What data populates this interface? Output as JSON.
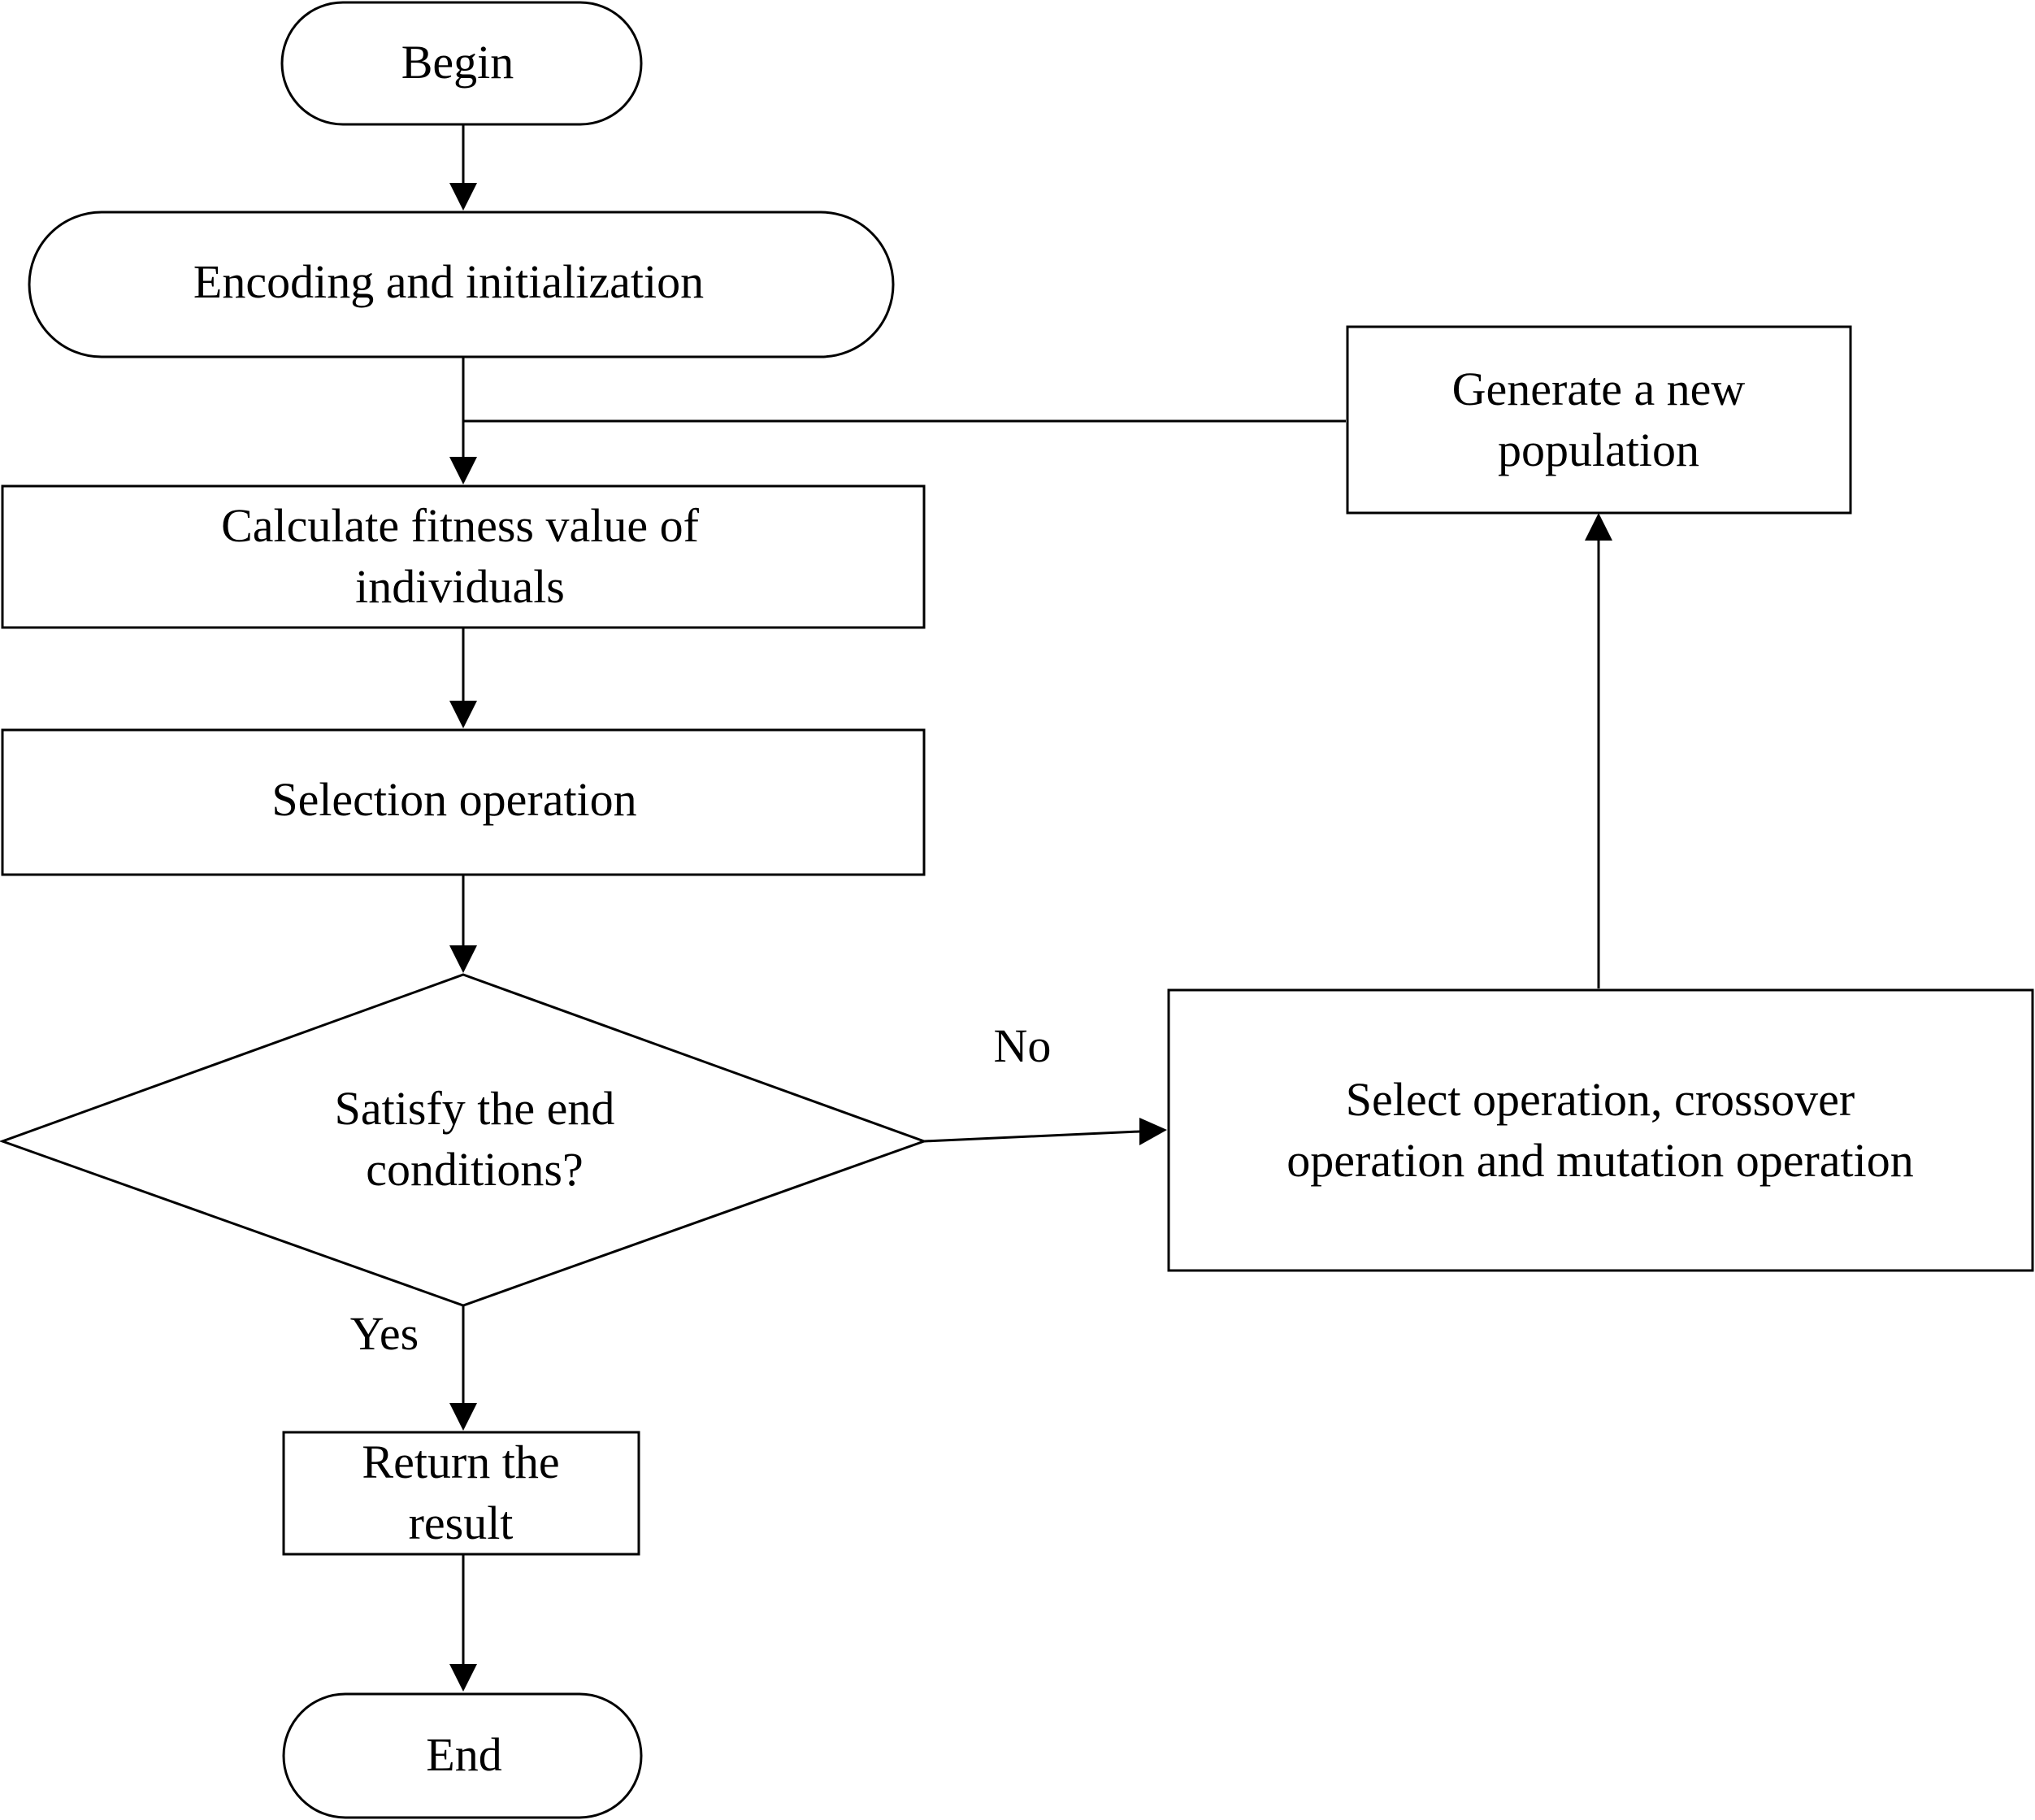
{
  "diagram": {
    "type": "flowchart",
    "nodes": {
      "begin": {
        "shape": "terminator",
        "lines": [
          "Begin"
        ]
      },
      "encode": {
        "shape": "terminator",
        "lines": [
          "Encoding and initialization"
        ]
      },
      "fitness": {
        "shape": "process",
        "lines": [
          "Calculate fitness value of",
          "individuals"
        ]
      },
      "selection": {
        "shape": "process",
        "lines": [
          "Selection operation"
        ]
      },
      "decision": {
        "shape": "decision",
        "lines": [
          "Satisfy the end",
          "conditions?"
        ]
      },
      "result": {
        "shape": "process",
        "lines": [
          "Return the",
          "result"
        ]
      },
      "end": {
        "shape": "terminator",
        "lines": [
          "End"
        ]
      },
      "genetic_ops": {
        "shape": "process",
        "lines": [
          "Select operation, crossover",
          "operation and mutation operation"
        ]
      },
      "new_pop": {
        "shape": "process",
        "lines": [
          "Generate a new",
          "population"
        ]
      }
    },
    "edges": [
      {
        "from": "begin",
        "to": "encode",
        "label": ""
      },
      {
        "from": "encode",
        "to": "fitness",
        "label": ""
      },
      {
        "from": "fitness",
        "to": "selection",
        "label": ""
      },
      {
        "from": "selection",
        "to": "decision",
        "label": ""
      },
      {
        "from": "decision",
        "to": "result",
        "label": "Yes"
      },
      {
        "from": "result",
        "to": "end",
        "label": ""
      },
      {
        "from": "decision",
        "to": "genetic_ops",
        "label": "No"
      },
      {
        "from": "genetic_ops",
        "to": "new_pop",
        "label": ""
      },
      {
        "from": "new_pop",
        "to": "fitness",
        "label": ""
      }
    ],
    "edge_labels": {
      "yes": "Yes",
      "no": "No"
    },
    "colors": {
      "stroke": "#000000",
      "fill": "#ffffff",
      "text": "#000000"
    }
  }
}
